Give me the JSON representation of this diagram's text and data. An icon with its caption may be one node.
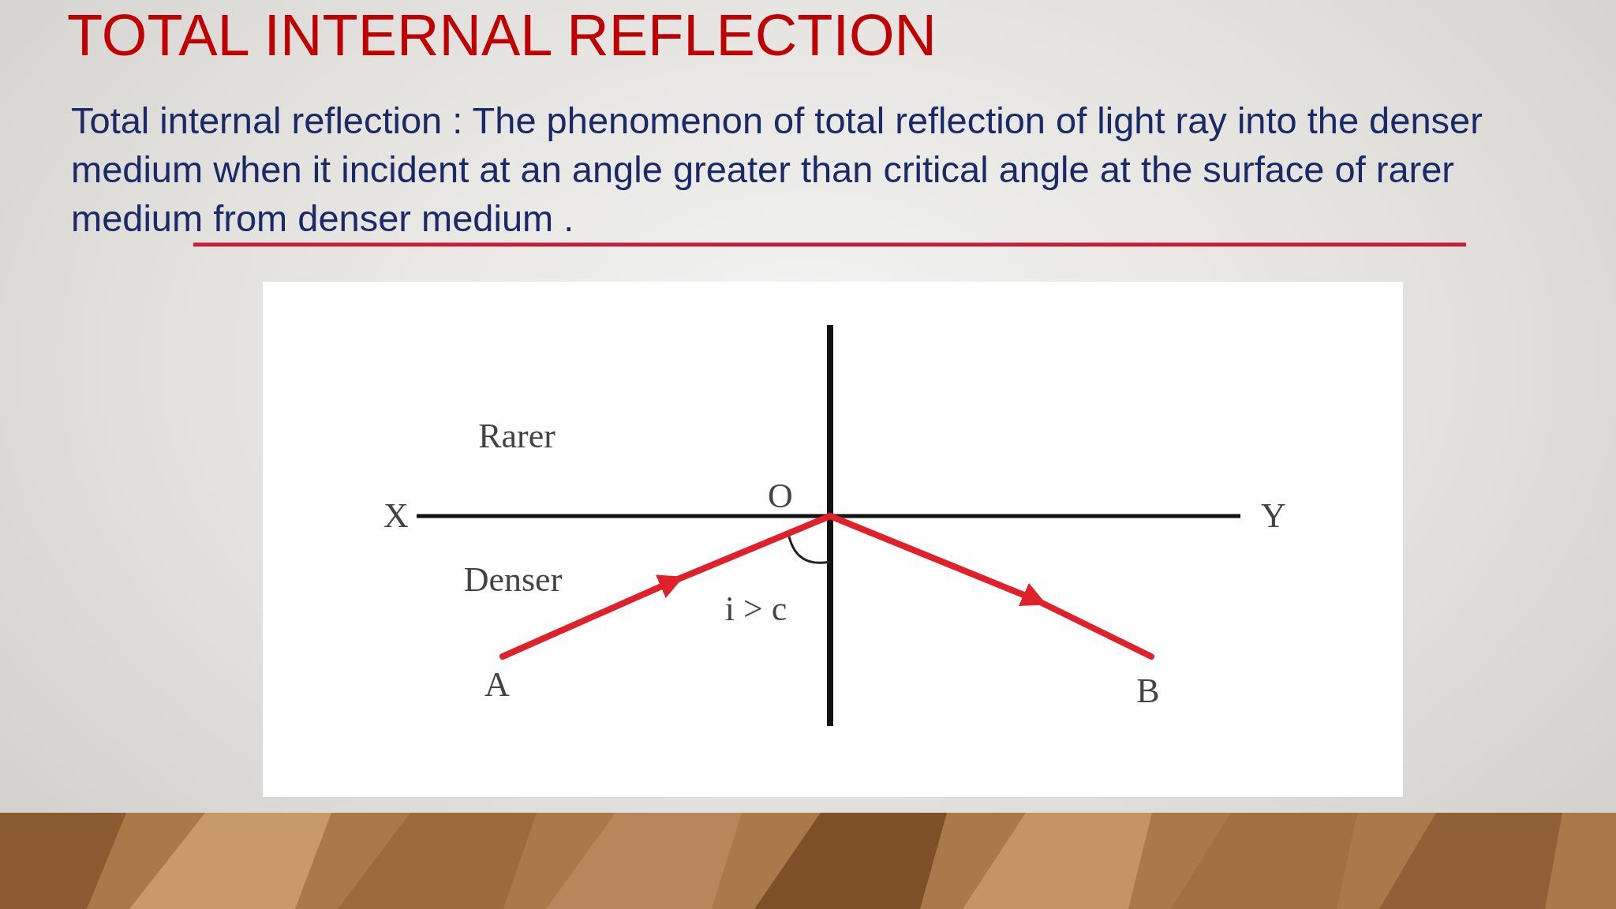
{
  "diagram": {
    "title": "TOTAL INTERNAL REFLECTION",
    "labels": [
      "Total internal reflection : The phenomenon of total reflection of light ray into the denser medium when it incident at an angle greater than critical angle at the surface of rarer medium from denser medium .",
      "Rarer",
      "O",
      "X",
      "Y",
      "Denser",
      "i > c",
      "A",
      "B"
    ]
  }
}
